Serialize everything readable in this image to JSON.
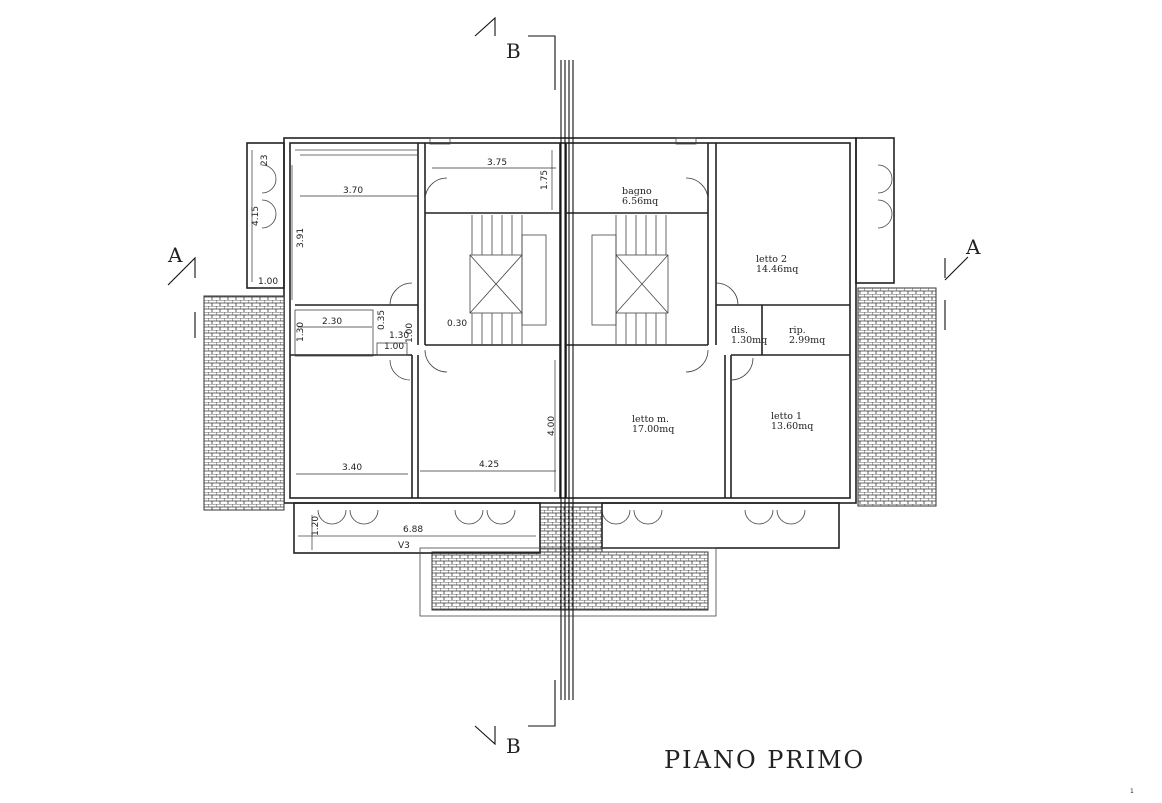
{
  "title": "PIANO PRIMO",
  "page_number": "1",
  "section_marks": {
    "a_left": "A",
    "a_right": "A",
    "b_top": "B",
    "b_bottom": "B"
  },
  "rooms": {
    "bagno": {
      "name": "bagno",
      "area": "6.56mq"
    },
    "letto2": {
      "name": "letto 2",
      "area": "14.46mq"
    },
    "dis": {
      "name": "dis.",
      "area": "1.30mq"
    },
    "rip": {
      "name": "rip.",
      "area": "2.99mq"
    },
    "lettom": {
      "name": "letto m.",
      "area": "17.00mq"
    },
    "letto1": {
      "name": "letto 1",
      "area": "13.60mq"
    }
  },
  "dimensions": {
    "d375": "3.75",
    "d175": "1.75",
    "d370": "3.70",
    "d391": "3.91",
    "d415": "4.15",
    "d100a": "1.00",
    "d230": "2.30",
    "d130a": "1.30",
    "d130b": "1.30",
    "d030": "0.30",
    "d035": "0.35",
    "d100b": "1.00",
    "d100c": "1.00",
    "d400": "4.00",
    "d340": "3.40",
    "d425": "4.25",
    "d688": "6.88",
    "d120": "1.20",
    "d023": "23",
    "v3": "V3"
  }
}
